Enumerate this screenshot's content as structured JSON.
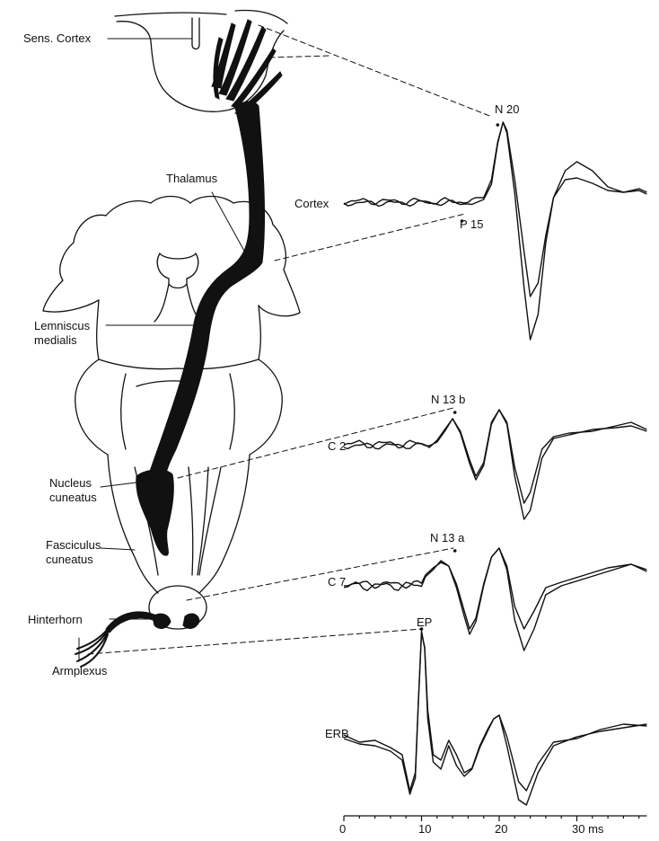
{
  "anatomy_labels": {
    "sens_cortex": "Sens. Cortex",
    "thalamus": "Thalamus",
    "lemniscus_line1": "Lemniscus",
    "lemniscus_line2": "medialis",
    "nucleus_line1": "Nucleus",
    "nucleus_line2": "cuneatus",
    "fasciculus_line1": "Fasciculus",
    "fasciculus_line2": "cuneatus",
    "hinterhorn": "Hinterhorn",
    "armplexus": "Armplexus"
  },
  "traces": {
    "cortex": {
      "label": "Cortex",
      "peak_a": "N 20",
      "peak_b": "P 15"
    },
    "c2": {
      "label": "C 2",
      "peak": "N 13 b"
    },
    "c7": {
      "label": "C 7",
      "peak": "N 13 a"
    },
    "erb": {
      "label": "ERB",
      "peak": "EP"
    }
  },
  "time_axis": {
    "ticks": [
      "0",
      "10",
      "20",
      "30 ms"
    ],
    "tick_values_ms": [
      0,
      10,
      20,
      30
    ],
    "range_ms": [
      0,
      39
    ]
  },
  "colors": {
    "ink": "#111111",
    "background": "#ffffff"
  }
}
